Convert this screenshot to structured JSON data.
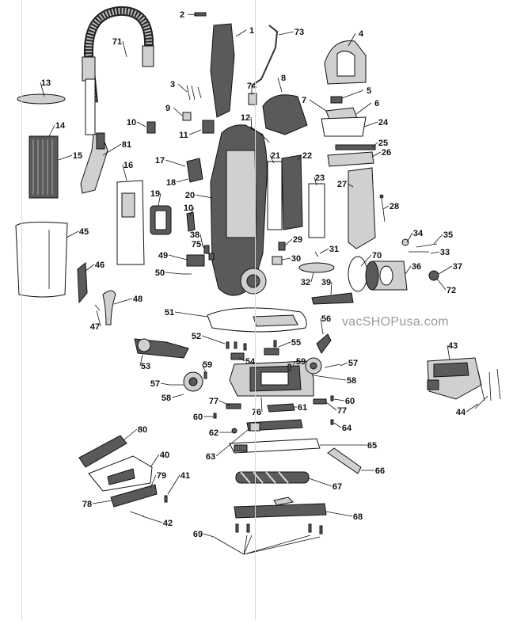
{
  "watermark": "vacSHOPusa.com",
  "part_numbers": [
    "1",
    "2",
    "3",
    "4",
    "5",
    "6",
    "7",
    "8",
    "9",
    "10",
    "11",
    "12",
    "13",
    "14",
    "15",
    "16",
    "17",
    "18",
    "19",
    "20",
    "21",
    "22",
    "23",
    "24",
    "25",
    "26",
    "27",
    "28",
    "29",
    "30",
    "31",
    "32",
    "33",
    "34",
    "35",
    "36",
    "37",
    "38",
    "39",
    "40",
    "41",
    "42",
    "43",
    "44",
    "45",
    "46",
    "47",
    "48",
    "49",
    "50",
    "51",
    "52",
    "53",
    "54",
    "55",
    "56",
    "57",
    "58",
    "59",
    "60",
    "61",
    "62",
    "63",
    "64",
    "65",
    "66",
    "67",
    "68",
    "69",
    "70",
    "71",
    "72",
    "73",
    "74",
    "75",
    "76",
    "77",
    "78",
    "79",
    "80",
    "81"
  ],
  "callouts": [
    {
      "n": "71"
    },
    {
      "n": "2"
    },
    {
      "n": "1"
    },
    {
      "n": "73"
    },
    {
      "n": "4"
    },
    {
      "n": "13"
    },
    {
      "n": "3"
    },
    {
      "n": "74"
    },
    {
      "n": "8"
    },
    {
      "n": "9"
    },
    {
      "n": "5"
    },
    {
      "n": "7"
    },
    {
      "n": "6"
    },
    {
      "n": "14"
    },
    {
      "n": "10"
    },
    {
      "n": "12"
    },
    {
      "n": "24"
    },
    {
      "n": "11"
    },
    {
      "n": "81"
    },
    {
      "n": "15"
    },
    {
      "n": "21"
    },
    {
      "n": "22"
    },
    {
      "n": "25"
    },
    {
      "n": "26"
    },
    {
      "n": "17"
    },
    {
      "n": "16"
    },
    {
      "n": "18"
    },
    {
      "n": "23"
    },
    {
      "n": "27"
    },
    {
      "n": "19"
    },
    {
      "n": "20"
    },
    {
      "n": "28"
    },
    {
      "n": "10"
    },
    {
      "n": "45"
    },
    {
      "n": "38"
    },
    {
      "n": "34"
    },
    {
      "n": "35"
    },
    {
      "n": "29"
    },
    {
      "n": "75"
    },
    {
      "n": "31"
    },
    {
      "n": "33"
    },
    {
      "n": "49"
    },
    {
      "n": "30"
    },
    {
      "n": "70"
    },
    {
      "n": "46"
    },
    {
      "n": "37"
    },
    {
      "n": "36"
    },
    {
      "n": "50"
    },
    {
      "n": "32"
    },
    {
      "n": "39"
    },
    {
      "n": "72"
    },
    {
      "n": "48"
    },
    {
      "n": "47"
    },
    {
      "n": "51"
    },
    {
      "n": "56"
    },
    {
      "n": "52"
    },
    {
      "n": "55"
    },
    {
      "n": "43"
    },
    {
      "n": "54"
    },
    {
      "n": "59"
    },
    {
      "n": "59"
    },
    {
      "n": "57"
    },
    {
      "n": "53"
    },
    {
      "n": "58"
    },
    {
      "n": "57"
    },
    {
      "n": "58"
    },
    {
      "n": "77"
    },
    {
      "n": "60"
    },
    {
      "n": "61"
    },
    {
      "n": "77"
    },
    {
      "n": "76"
    },
    {
      "n": "44"
    },
    {
      "n": "60"
    },
    {
      "n": "64"
    },
    {
      "n": "62"
    },
    {
      "n": "63"
    },
    {
      "n": "80"
    },
    {
      "n": "65"
    },
    {
      "n": "40"
    },
    {
      "n": "66"
    },
    {
      "n": "79"
    },
    {
      "n": "41"
    },
    {
      "n": "67"
    },
    {
      "n": "78"
    },
    {
      "n": "42"
    },
    {
      "n": "68"
    },
    {
      "n": "69"
    }
  ]
}
